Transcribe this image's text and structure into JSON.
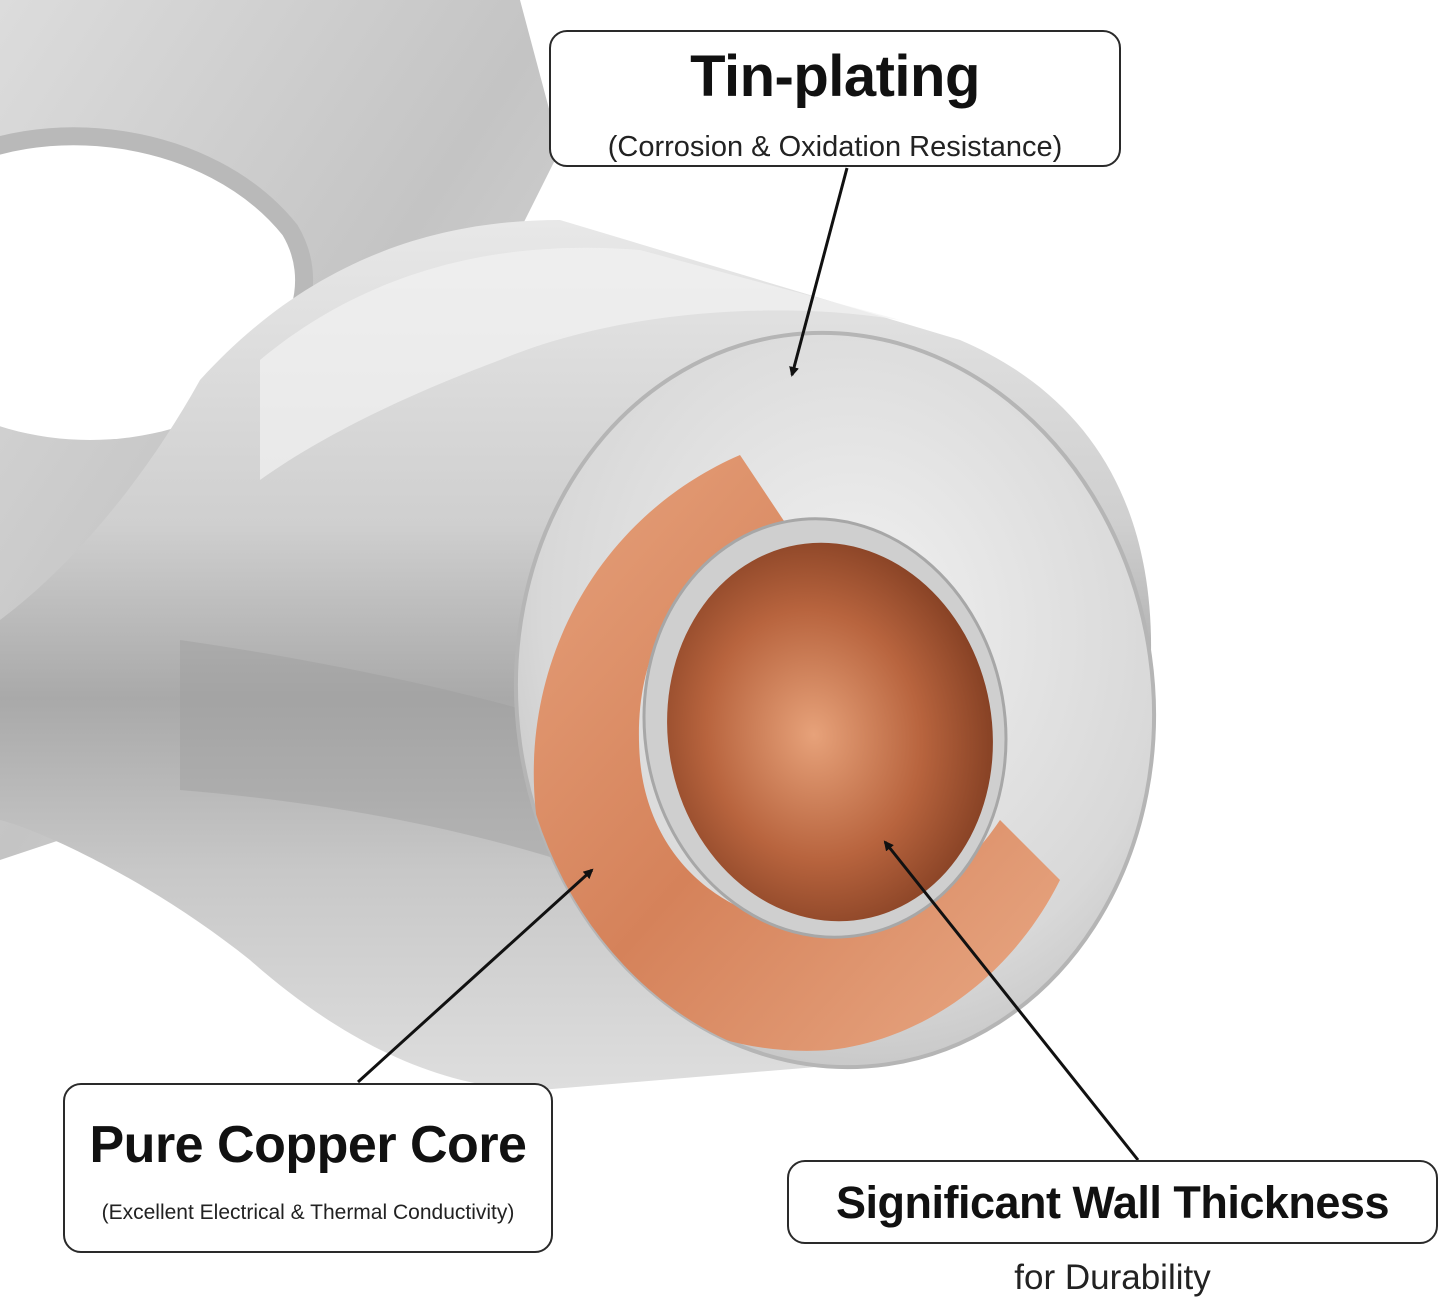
{
  "callouts": {
    "tin_plating": {
      "title": "Tin-plating",
      "subtitle": "(Corrosion & Oxidation Resistance)"
    },
    "copper_core": {
      "title": "Pure Copper Core",
      "subtitle": "(Excellent Electrical & Thermal Conductivity)"
    },
    "wall_thickness": {
      "title": "Significant Wall Thickness",
      "subtitle": "for Durability"
    }
  },
  "colors": {
    "tin": "#c9c9c9",
    "copper": "#d98a62",
    "outline": "#2a2a2a"
  }
}
